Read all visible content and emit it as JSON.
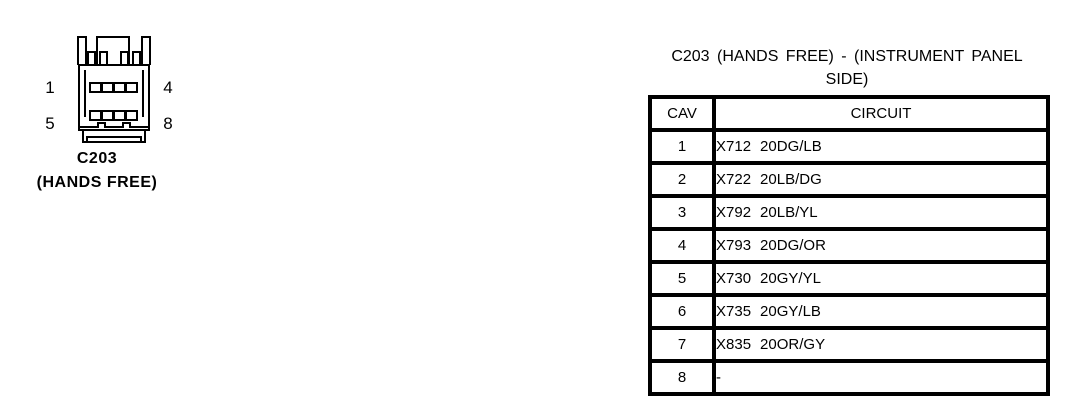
{
  "page": {
    "background": "#ffffff",
    "ink": "#000000"
  },
  "connector": {
    "pin_labels": {
      "p1": "1",
      "p4": "4",
      "p5": "5",
      "p8": "8"
    },
    "caption_id": "C203",
    "caption_name": "(HANDS FREE)"
  },
  "table": {
    "title_line1": "C203 (HANDS FREE) - (INSTRUMENT PANEL",
    "title_line2": "SIDE)",
    "header": {
      "cav": "CAV",
      "circuit": "CIRCUIT"
    },
    "rows": [
      {
        "cav": "1",
        "wire": "X712",
        "color": "20DG/LB"
      },
      {
        "cav": "2",
        "wire": "X722",
        "color": "20LB/DG"
      },
      {
        "cav": "3",
        "wire": "X792",
        "color": "20LB/YL"
      },
      {
        "cav": "4",
        "wire": "X793",
        "color": "20DG/OR"
      },
      {
        "cav": "5",
        "wire": "X730",
        "color": "20GY/YL"
      },
      {
        "cav": "6",
        "wire": "X735",
        "color": "20GY/LB"
      },
      {
        "cav": "7",
        "wire": "X835",
        "color": "20OR/GY"
      },
      {
        "cav": "8",
        "wire": "-",
        "color": ""
      }
    ]
  }
}
